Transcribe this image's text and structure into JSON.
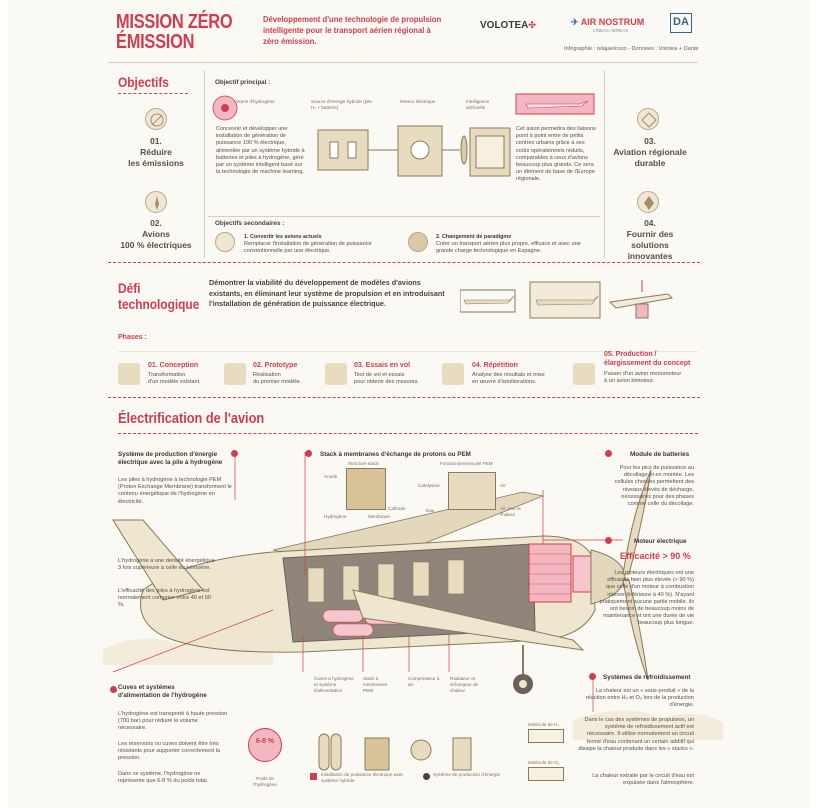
{
  "header": {
    "title_line1": "MISSION ZÉRO",
    "title_line2": "ÉMISSION",
    "subtitle": "Développement d'une technologie de propulsion intelligente pour le transport aérien régional à zéro émission.",
    "logo_volotea": "VOLOTEA",
    "logo_airnostrum": "AIR NOSTRUM",
    "logo_airnostrum_sub": "LÍNEAS AÉREAS",
    "logo_da": "DA",
    "credit": "Infographie : relajaelcoco - Données : Volotea + Dante"
  },
  "objectifs": {
    "heading": "Objectifs",
    "left": [
      {
        "num": "01.",
        "label_1": "Réduire",
        "label_2": "les émissions"
      },
      {
        "num": "02.",
        "label_1": "Avions",
        "label_2": "100 % électriques"
      }
    ],
    "right": [
      {
        "num": "03.",
        "label_1": "Aviation régionale",
        "label_2": "durable"
      },
      {
        "num": "04.",
        "label_1": "Fournir des",
        "label_2": "solutions innovantes"
      }
    ],
    "principal_heading": "Objectif principal :",
    "atome_label": "Atome d'hydrogène",
    "source_label": "Source d'énergie hybride (pile H₂ + batterie)",
    "moteur_label": "Moteur électrique",
    "ia_label": "Intelligence artificielle",
    "principal_text": "Concevoir et développer une installation de génération de puissance 100 % électrique, alimentée par un système hybride à batteries et piles à hydrogène, géré par un système intelligent basé sur la technologie de machine learning.",
    "avion_text": "Cet avion permettra des liaisons point à point entre de petits centres urbains grâce à ses coûts opérationnels réduits, comparables à ceux d'avions beaucoup plus grands. Ce sera un élément de base de l'Europe régionale.",
    "secondaires_heading": "Objectifs secondaires :",
    "sec1_title": "1. Convertir les avions actuels",
    "sec1_text": "Remplacer l'installation de génération de puissance conventionnelle par une électrique.",
    "sec2_title": "2. Changement de paradigme",
    "sec2_text": "Créer un transport aérien plus propre, efficace et avec une grande charge technologique en Espagne."
  },
  "defi": {
    "heading_1": "Défi",
    "heading_2": "technologique",
    "text": "Démontrer la viabilité du développement de modèles d'avions existants, en éliminant leur système de propulsion et en introduisant l'installation de génération de puissance électrique.",
    "phases_label": "Phases :",
    "phases": [
      {
        "title": "01. Conception",
        "text_1": "Transformation",
        "text_2": "d'un modèle existant."
      },
      {
        "title": "02. Prototype",
        "text_1": "Réalisation",
        "text_2": "du premier modèle."
      },
      {
        "title": "03. Essais en vol",
        "text_1": "Test de vol et essais",
        "text_2": "pour obtenir des mesures."
      },
      {
        "title": "04. Répétition",
        "text_1": "Analyse des résultats et mise",
        "text_2": "en œuvre d'améliorations."
      },
      {
        "title_1": "05. Production /",
        "title_2": "élargissement du concept",
        "text_1": "Passer d'un avion monomoteur",
        "text_2": "à un avion bimoteur."
      }
    ]
  },
  "electrification": {
    "heading": "Électrification de l'avion",
    "sys_prod_title_1": "Système de production d'énergie",
    "sys_prod_title_2": "électrique avec la pile à hydrogène",
    "sys_prod_text": "Les piles à hydrogène à technologie PEM (Proton Exchange Membrane) transforment le contenu énergétique de l'hydrogène en électricité.",
    "h2_density": "L'hydrogène a une densité énergétique 3 fois supérieure à celle du kérosène.",
    "efficacite_piles": "L'efficacité des piles à hydrogène est normalement comprise entre 40 et 50 %.",
    "stack_title": "Stack à membranes d'échange de protons ou PEM",
    "structure_label": "Structure stack",
    "fonctionnement_label": "Fonctionnement pile PEM",
    "stack_labels": [
      "Anode",
      "Cathode",
      "Hydrogène",
      "Membrane",
      "Catalyseur",
      "Air",
      "Eau",
      "Air, eau et chaleur"
    ],
    "batteries_title": "Module de batteries",
    "batteries_text": "Pour les pics de puissance au décollage et en montée. Les cellules choisies permettent des niveaux élevés de décharge, nécessaires pour des phases comme celle du décollage.",
    "moteur_title": "Moteur électrique",
    "efficacite": "Efficacité > 90 %",
    "moteur_text": "Les moteurs électriques ont une efficacité bien plus élevée (> 90 %) que celle d'un moteur à combustion interne (inférieure à 40 %). N'ayant pratiquement aucune partie mobile, ils ont besoin de beaucoup moins de maintenance et ont une durée de vie beaucoup plus longue.",
    "cuves_title_1": "Cuves et systèmes",
    "cuves_title_2": "d'alimentation de l'hydrogène",
    "cuves_text_1": "L'hydrogène est transporté à haute pression (700 bar) pour réduire le volume nécessaire.",
    "cuves_text_2": "Les réservoirs ou cuves doivent être très résistants pour supporter correctement la pression.",
    "cuves_text_3": "Dans ce système, l'hydrogène ne représente que 6-8 % du poids total.",
    "pct": "6-8 %",
    "pct_sub": "Poids de l'hydrogène",
    "parts": [
      "Cuves à hydrogène et système d'alimentation",
      "Stack à membranes PEM",
      "Compresseur à air",
      "Radiateur et échangeur de chaleur"
    ],
    "legend_1": "Installation de puissance électrique avec système hybride",
    "legend_2": "Système de production d'énergie",
    "refroid_title": "Systèmes de refroidissement",
    "refroid_text_1": "La chaleur est un « sous-produit » de la réaction entre H₂ et O₂ lors de la production d'énergie.",
    "refroid_text_2": "Dans le cas des systèmes de propulsion, un système de refroidissement actif est nécessaire. Il utilise normalement un circuit fermé d'eau contenant un certain additif qui dissipe la chaleur produite dans les « stacks ».",
    "refroid_text_3": "La chaleur extraite par le circuit d'eau est expulsée dans l'atmosphère.",
    "molecule_h2": "Molécule de H₂",
    "molecule_o2": "Molécule de O₂"
  },
  "colors": {
    "accent": "#d23c4f",
    "beige": "#e8dcc0",
    "ink": "#4a4238",
    "pink": "#f2b7c0"
  }
}
